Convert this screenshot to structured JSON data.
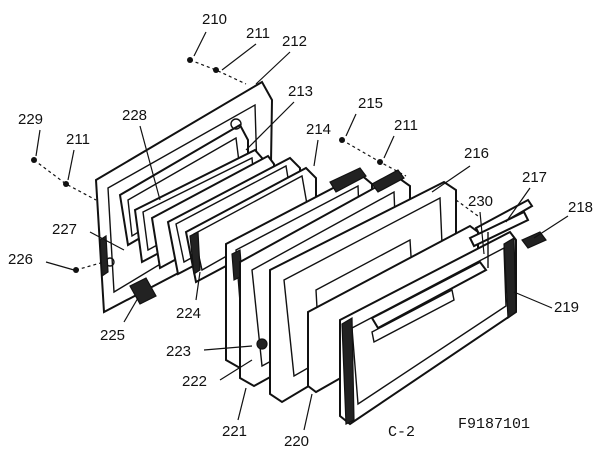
{
  "diagram": {
    "callouts": {
      "c210": "210",
      "c211a": "211",
      "c212": "212",
      "c213": "213",
      "c214": "214",
      "c215": "215",
      "c211b": "211",
      "c216": "216",
      "c217": "217",
      "c218": "218",
      "c219": "219",
      "c229": "229",
      "c211c": "211",
      "c228": "228",
      "c227": "227",
      "c226": "226",
      "c225": "225",
      "c224": "224",
      "c223": "223",
      "c222": "222",
      "c221": "221",
      "c220": "220",
      "c230": "230"
    },
    "figure_label": "C-2",
    "drawing_number": "F9187101"
  }
}
